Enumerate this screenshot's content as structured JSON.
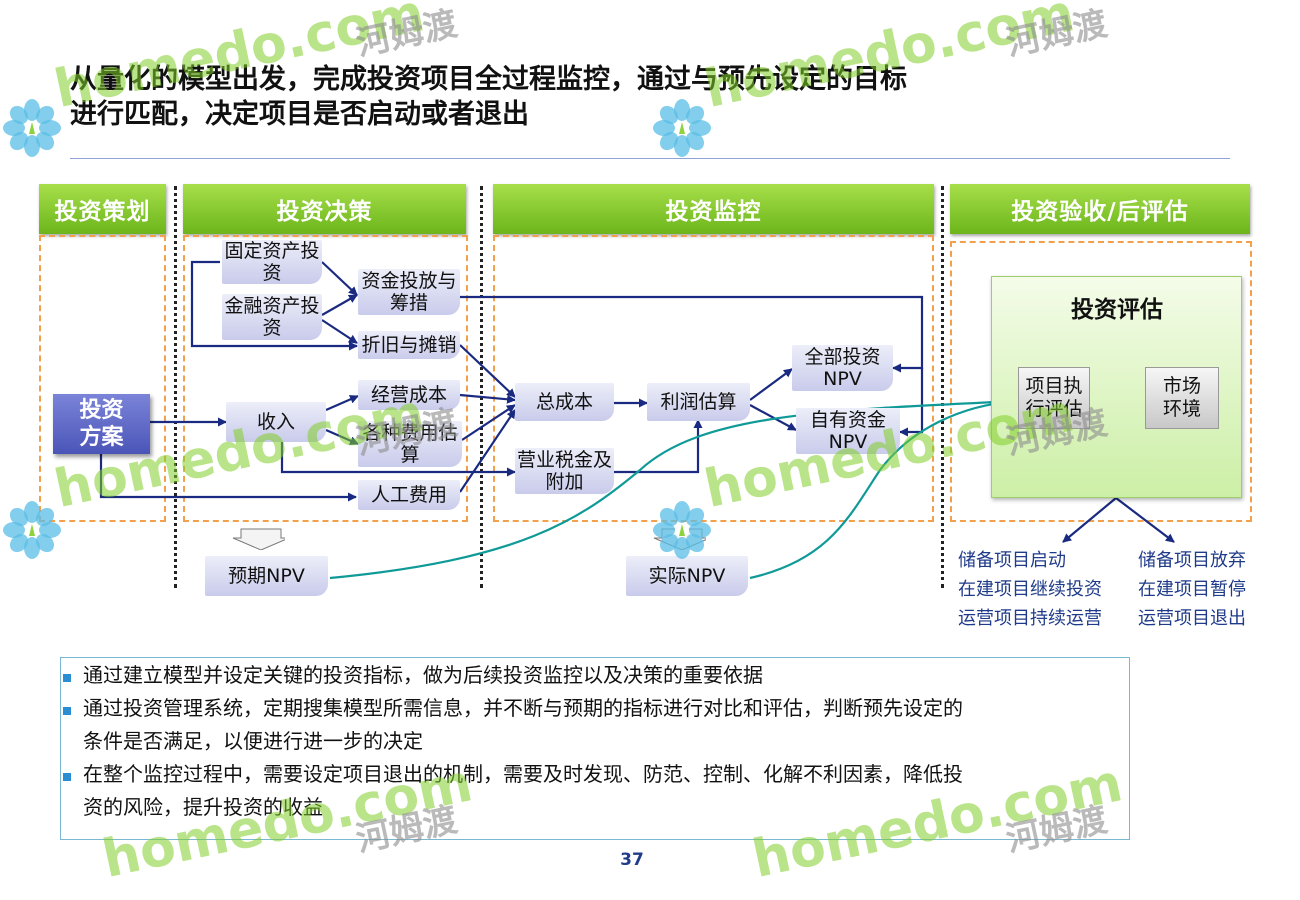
{
  "title": {
    "line1": "从量化的模型出发，完成投资项目全过程监控，通过与预先设定的目标",
    "line2": "进行匹配，决定项目是否启动或者退出"
  },
  "phases": {
    "planning": "投资策划",
    "decision": "投资决策",
    "monitoring": "投资监控",
    "acceptance": "投资验收/后评估"
  },
  "nodes": {
    "investment_plan": "投资方案",
    "fixed_asset": "固定资产投资",
    "financial_asset": "金融资产投资",
    "funding": "资金投放与筹措",
    "depreciation": "折旧与摊销",
    "revenue": "收入",
    "operating_cost": "经营成本",
    "expenses": "各种费用估算",
    "labor_cost": "人工费用",
    "total_cost": "总成本",
    "tax": "营业税金及附加",
    "profit_estimate": "利润估算",
    "total_npv": "全部投资NPV",
    "equity_npv": "自有资金NPV",
    "expected_npv": "预期NPV",
    "actual_npv": "实际NPV"
  },
  "evaluation": {
    "title": "投资评估",
    "execution": "项目执行评估",
    "market": "市场环境"
  },
  "outcomes": {
    "left": [
      "储备项目启动",
      "在建项目继续投资",
      "运营项目持续运营"
    ],
    "right": [
      "储备项目放弃",
      "在建项目暂停",
      "运营项目退出"
    ]
  },
  "bullets": [
    "通过建立模型并设定关键的投资指标，做为后续投资监控以及决策的重要依据",
    "通过投资管理系统，定期搜集模型所需信息，并不断与预期的指标进行对比和评估，判断预先设定的",
    "条件是否满足，以便进行进一步的决定",
    "在整个监控过程中，需要设定项目退出的机制，需要及时发现、防范、控制、化解不利因素，降低投",
    "资的风险，提升投资的收益"
  ],
  "page_number": "37",
  "watermark": {
    "latin": "homedo.com",
    "cn": "河姆渡"
  },
  "colors": {
    "phase_green": "#7cc22a",
    "dash_orange": "#f2a04c",
    "arrow_navy": "#1a2a80",
    "curve_teal": "#0f9a98",
    "outcome_blue": "#1f3b8a"
  }
}
